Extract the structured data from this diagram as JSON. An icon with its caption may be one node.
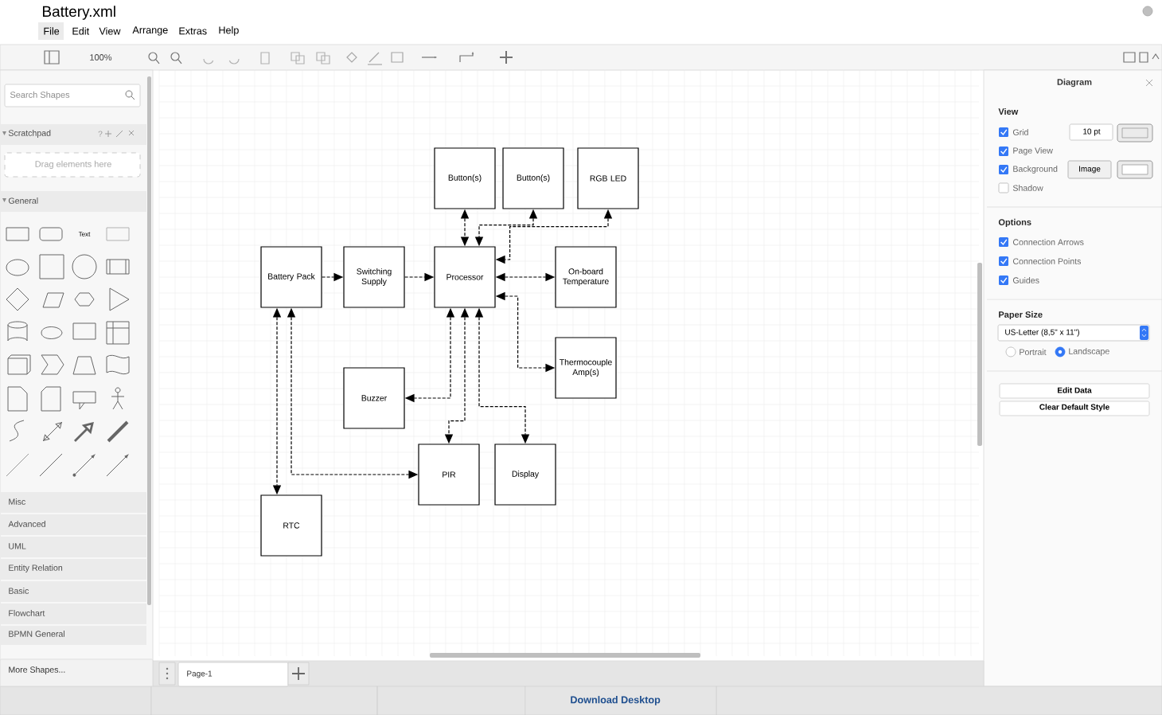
{
  "diagram": {
    "title": "Battery.xml",
    "nodes": [
      {
        "text": [
          "Button(s)"
        ]
      },
      {
        "text": [
          "Button(s)"
        ]
      },
      {
        "text": [
          "RGB LED"
        ]
      },
      {
        "text": [
          "Battery Pack"
        ]
      },
      {
        "text": [
          "Switching Supply"
        ]
      },
      {
        "text": [
          "Processor"
        ]
      },
      {
        "text": [
          "On-board Temperature"
        ]
      },
      {
        "text": [
          "Thermocouple Amp(s)"
        ]
      },
      {
        "text": [
          "Buzzer"
        ]
      },
      {
        "text": [
          "PIR"
        ]
      },
      {
        "text": [
          "Display"
        ]
      },
      {
        "text": [
          "RTC"
        ]
      }
    ],
    "edges": [
      {
        "from": 0,
        "to": 5,
        "arrow": "both"
      },
      {
        "from": 1,
        "to": 5,
        "arrow": "both"
      },
      {
        "from": 2,
        "to": 5,
        "arrow": "both"
      },
      {
        "from": 3,
        "to": 4,
        "arrow": "to"
      },
      {
        "from": 4,
        "to": 5,
        "arrow": "to"
      },
      {
        "from": 5,
        "to": 6,
        "arrow": "both"
      },
      {
        "from": 5,
        "to": 7,
        "arrow": "both"
      },
      {
        "from": 5,
        "to": 8,
        "arrow": "both"
      },
      {
        "from": 5,
        "to": 9,
        "arrow": "both"
      },
      {
        "from": 5,
        "to": 10,
        "arrow": "both"
      },
      {
        "from": 3,
        "to": 11,
        "arrow": "both"
      },
      {
        "from": 3,
        "to": 9,
        "arrow": "both"
      }
    ],
    "labels": [
      "File",
      "Edit",
      "View",
      "Arrange",
      "Extras",
      "Help",
      "100%",
      "Search Shapes",
      "Scratchpad",
      "Drag elements here",
      "General",
      "Text",
      "Misc",
      "Advanced",
      "UML",
      "Entity Relation",
      "Basic",
      "Flowchart",
      "BPMN General",
      "More Shapes...",
      "Page-1",
      "Diagram",
      "View",
      "Grid",
      "10 pt",
      "Page View",
      "Background",
      "Image",
      "Shadow",
      "Options",
      "Connection Arrows",
      "Connection Points",
      "Guides",
      "Paper Size",
      "US-Letter (8,5\" x 11\")",
      "Portrait",
      "Landscape",
      "Edit Data",
      "Clear Default Style",
      "Download Desktop",
      "?"
    ]
  }
}
